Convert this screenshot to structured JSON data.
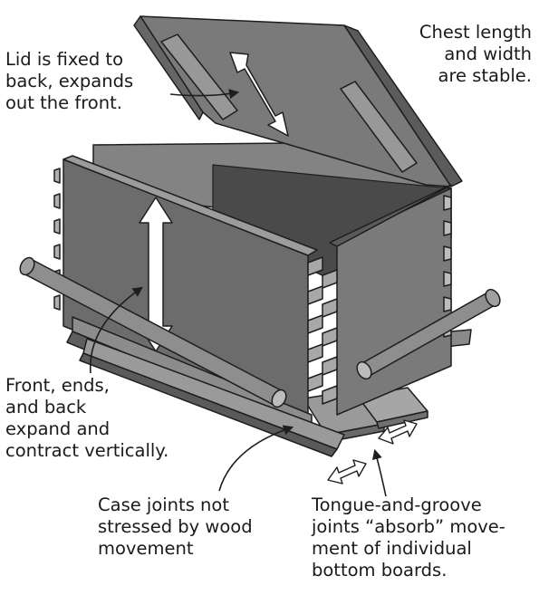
{
  "labels": {
    "lid": {
      "lines": [
        "Lid is fixed to",
        "back, expands",
        "out the front."
      ]
    },
    "chest": {
      "lines": [
        "Chest length",
        "and width",
        "are stable."
      ]
    },
    "panels": {
      "lines": [
        "Front, ends,",
        "and back",
        "expand and",
        "contract vertically."
      ]
    },
    "joints": {
      "lines": [
        "Case joints not",
        "stressed by wood",
        "movement"
      ]
    },
    "tongue": {
      "lines": [
        "Tongue-and-groove",
        "joints “absorb” move-",
        "ment of individual",
        "bottom boards."
      ]
    }
  },
  "colors": {
    "wood_dark": "#555555",
    "wood_mid": "#747474",
    "wood_light": "#9a9a9a",
    "wood_pale": "#b4b4b4",
    "outline": "#1e1e1e",
    "text": "#1a1a1a"
  }
}
